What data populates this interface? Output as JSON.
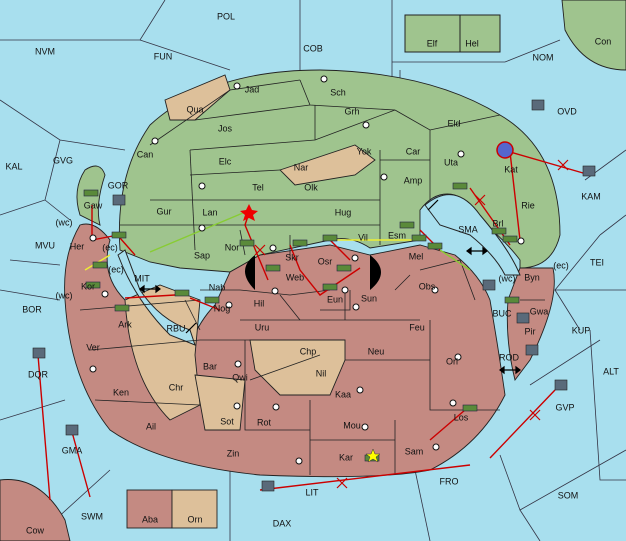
{
  "map": {
    "colors": {
      "sea": "#a8dfee",
      "green_power": "#9fc48e",
      "red_power": "#c48a82",
      "neutral": "#ddc09a",
      "order_line": "#cc0000",
      "support_green": "#88cc33",
      "support_yellow": "#eeee33"
    },
    "sea_regions": {
      "pol": "POL",
      "nvm": "NVM",
      "fun": "FUN",
      "cob": "COB",
      "nom": "NOM",
      "kal": "KAL",
      "gvg": "GVG",
      "ovd": "OVD",
      "kam": "KAM",
      "mvu": "MVU",
      "gor": "GOR",
      "wc_left": "(wc)",
      "ec_left": "(ec)",
      "mit": "MIT",
      "bor": "BOR",
      "wc_kor": "(wc)",
      "ec_kor": "(ec)",
      "rbu": "RBU",
      "sma": "SMA",
      "wc_byn": "(wc)",
      "ec_byn": "(ec)",
      "tei": "TEI",
      "buc": "BUC",
      "kup": "KUP",
      "rod": "ROD",
      "alt": "ALT",
      "gvp": "GVP",
      "fro": "FRO",
      "lit": "LIT",
      "som": "SOM",
      "swm": "SWM",
      "dax": "DAX",
      "dqr": "DQR",
      "gma": "GMA"
    },
    "land_regions": {
      "elf": "Elf",
      "hel": "Hel",
      "con": "Con",
      "cow": "Cow",
      "aba": "Aba",
      "orn": "Orn",
      "jad": "Jad",
      "sch": "Sch",
      "qua": "Qua",
      "jos": "Jos",
      "grh": "Grh",
      "can": "Can",
      "elc": "Elc",
      "yok": "Yok",
      "car": "Car",
      "eld": "Eld",
      "nar": "Nar",
      "uta": "Uta",
      "kat": "Kat",
      "tel": "Tel",
      "olk": "Olk",
      "amp": "Amp",
      "rie": "Rie",
      "gur": "Gur",
      "hug": "Hug",
      "lan": "Lan",
      "gaw": "Gaw",
      "brl": "Brl",
      "vil": "Vil",
      "esm": "Esm",
      "sap": "Sap",
      "nor": "Nor",
      "skr": "Skr",
      "osr": "Osr",
      "mel": "Mel",
      "byn": "Byn",
      "her": "Her",
      "web": "Web",
      "eun": "Eun",
      "kor": "Kor",
      "nab": "Nab",
      "hil": "Hil",
      "sun": "Sun",
      "obs": "Obs",
      "gwa": "Gwa",
      "ark": "Ark",
      "nog": "Nog",
      "uru": "Uru",
      "feu": "Feu",
      "pir": "Pir",
      "ver": "Ver",
      "chp": "Chp",
      "neu": "Neu",
      "bar": "Bar",
      "qwi": "Qwi",
      "nil": "Nil",
      "orl": "Orl",
      "ken": "Ken",
      "chr": "Chr",
      "kaa": "Kaa",
      "ail": "Ail",
      "sot": "Sot",
      "rot": "Rot",
      "mou": "Mou",
      "los": "Los",
      "zin": "Zin",
      "kar": "Kar",
      "sam": "Sam"
    }
  }
}
